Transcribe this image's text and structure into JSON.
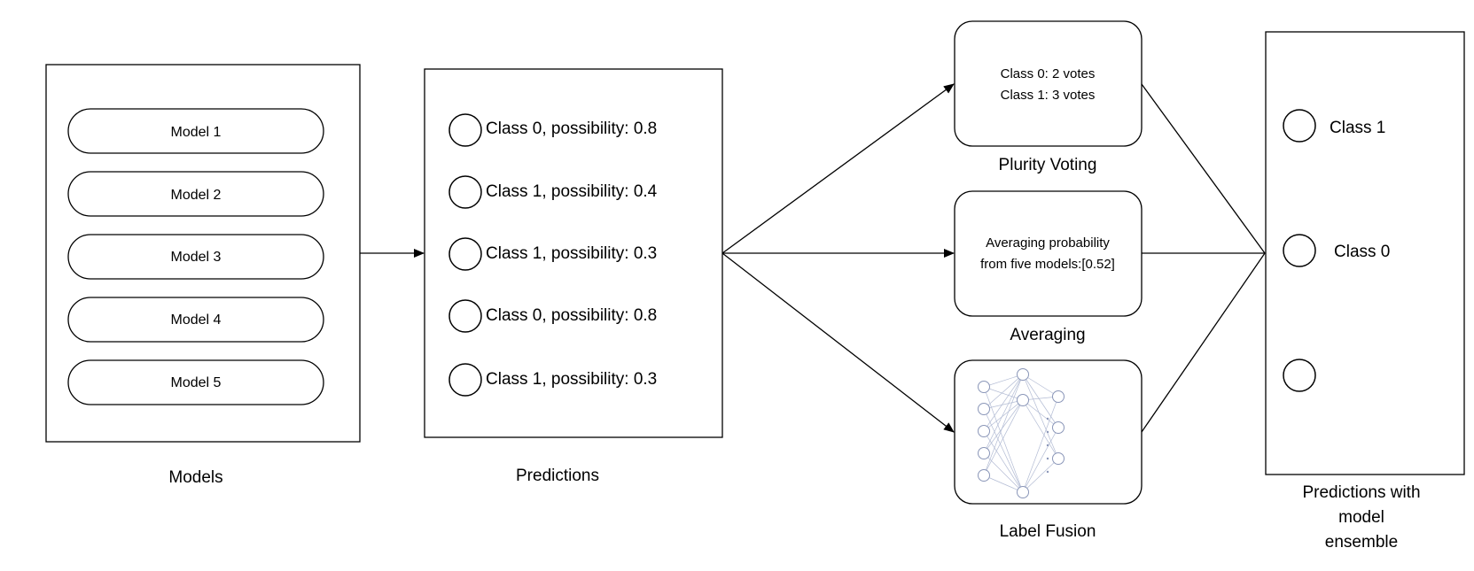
{
  "models": {
    "caption": "Models",
    "items": [
      "Model 1",
      "Model 2",
      "Model 3",
      "Model 4",
      "Model 5"
    ]
  },
  "predictions": {
    "caption": "Predictions",
    "items": [
      "Class 0, possibility: 0.8",
      "Class 1, possibility: 0.4",
      "Class 1, possibility: 0.3",
      "Class 0, possibility: 0.8",
      "Class 1, possibility: 0.3"
    ]
  },
  "voting": {
    "caption": "Plurity Voting",
    "line1": "Class 0: 2 votes",
    "line2": "Class 1: 3 votes"
  },
  "averaging": {
    "caption": "Averaging",
    "line1": "Averaging probability",
    "line2": "from five models:[0.52]"
  },
  "fusion": {
    "caption": "Label Fusion",
    "icon": "neural-network-icon"
  },
  "ensemble": {
    "caption_lines": [
      "Predictions with",
      "model",
      "ensemble"
    ],
    "outputs": [
      "Class 1",
      "Class 0",
      ""
    ]
  }
}
